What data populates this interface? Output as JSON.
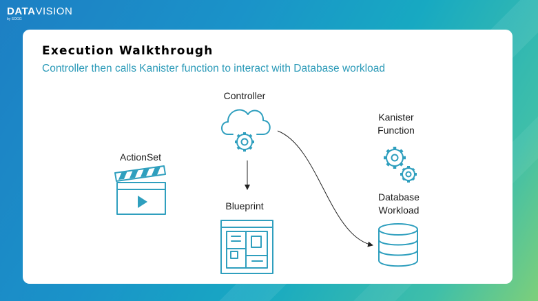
{
  "brand": {
    "name_bold": "DATA",
    "name_light": "VISION",
    "tagline": "by SOGG"
  },
  "slide": {
    "title": "Execution Walkthrough",
    "subtitle": "Controller then calls Kanister function to interact with Database workload"
  },
  "nodes": {
    "controller": {
      "label": "Controller",
      "icon": "cloud-gear-icon"
    },
    "actionset": {
      "label": "ActionSet",
      "icon": "clapperboard-icon"
    },
    "blueprint": {
      "label": "Blueprint",
      "icon": "blueprint-icon"
    },
    "kanister": {
      "label_line1": "Kanister",
      "label_line2": "Function",
      "icon": "gears-icon"
    },
    "database": {
      "label_line1": "Database",
      "label_line2": "Workload",
      "icon": "database-icon"
    }
  },
  "colors": {
    "accent": "#2f9fbe",
    "subtitle": "#2b9ab8"
  }
}
